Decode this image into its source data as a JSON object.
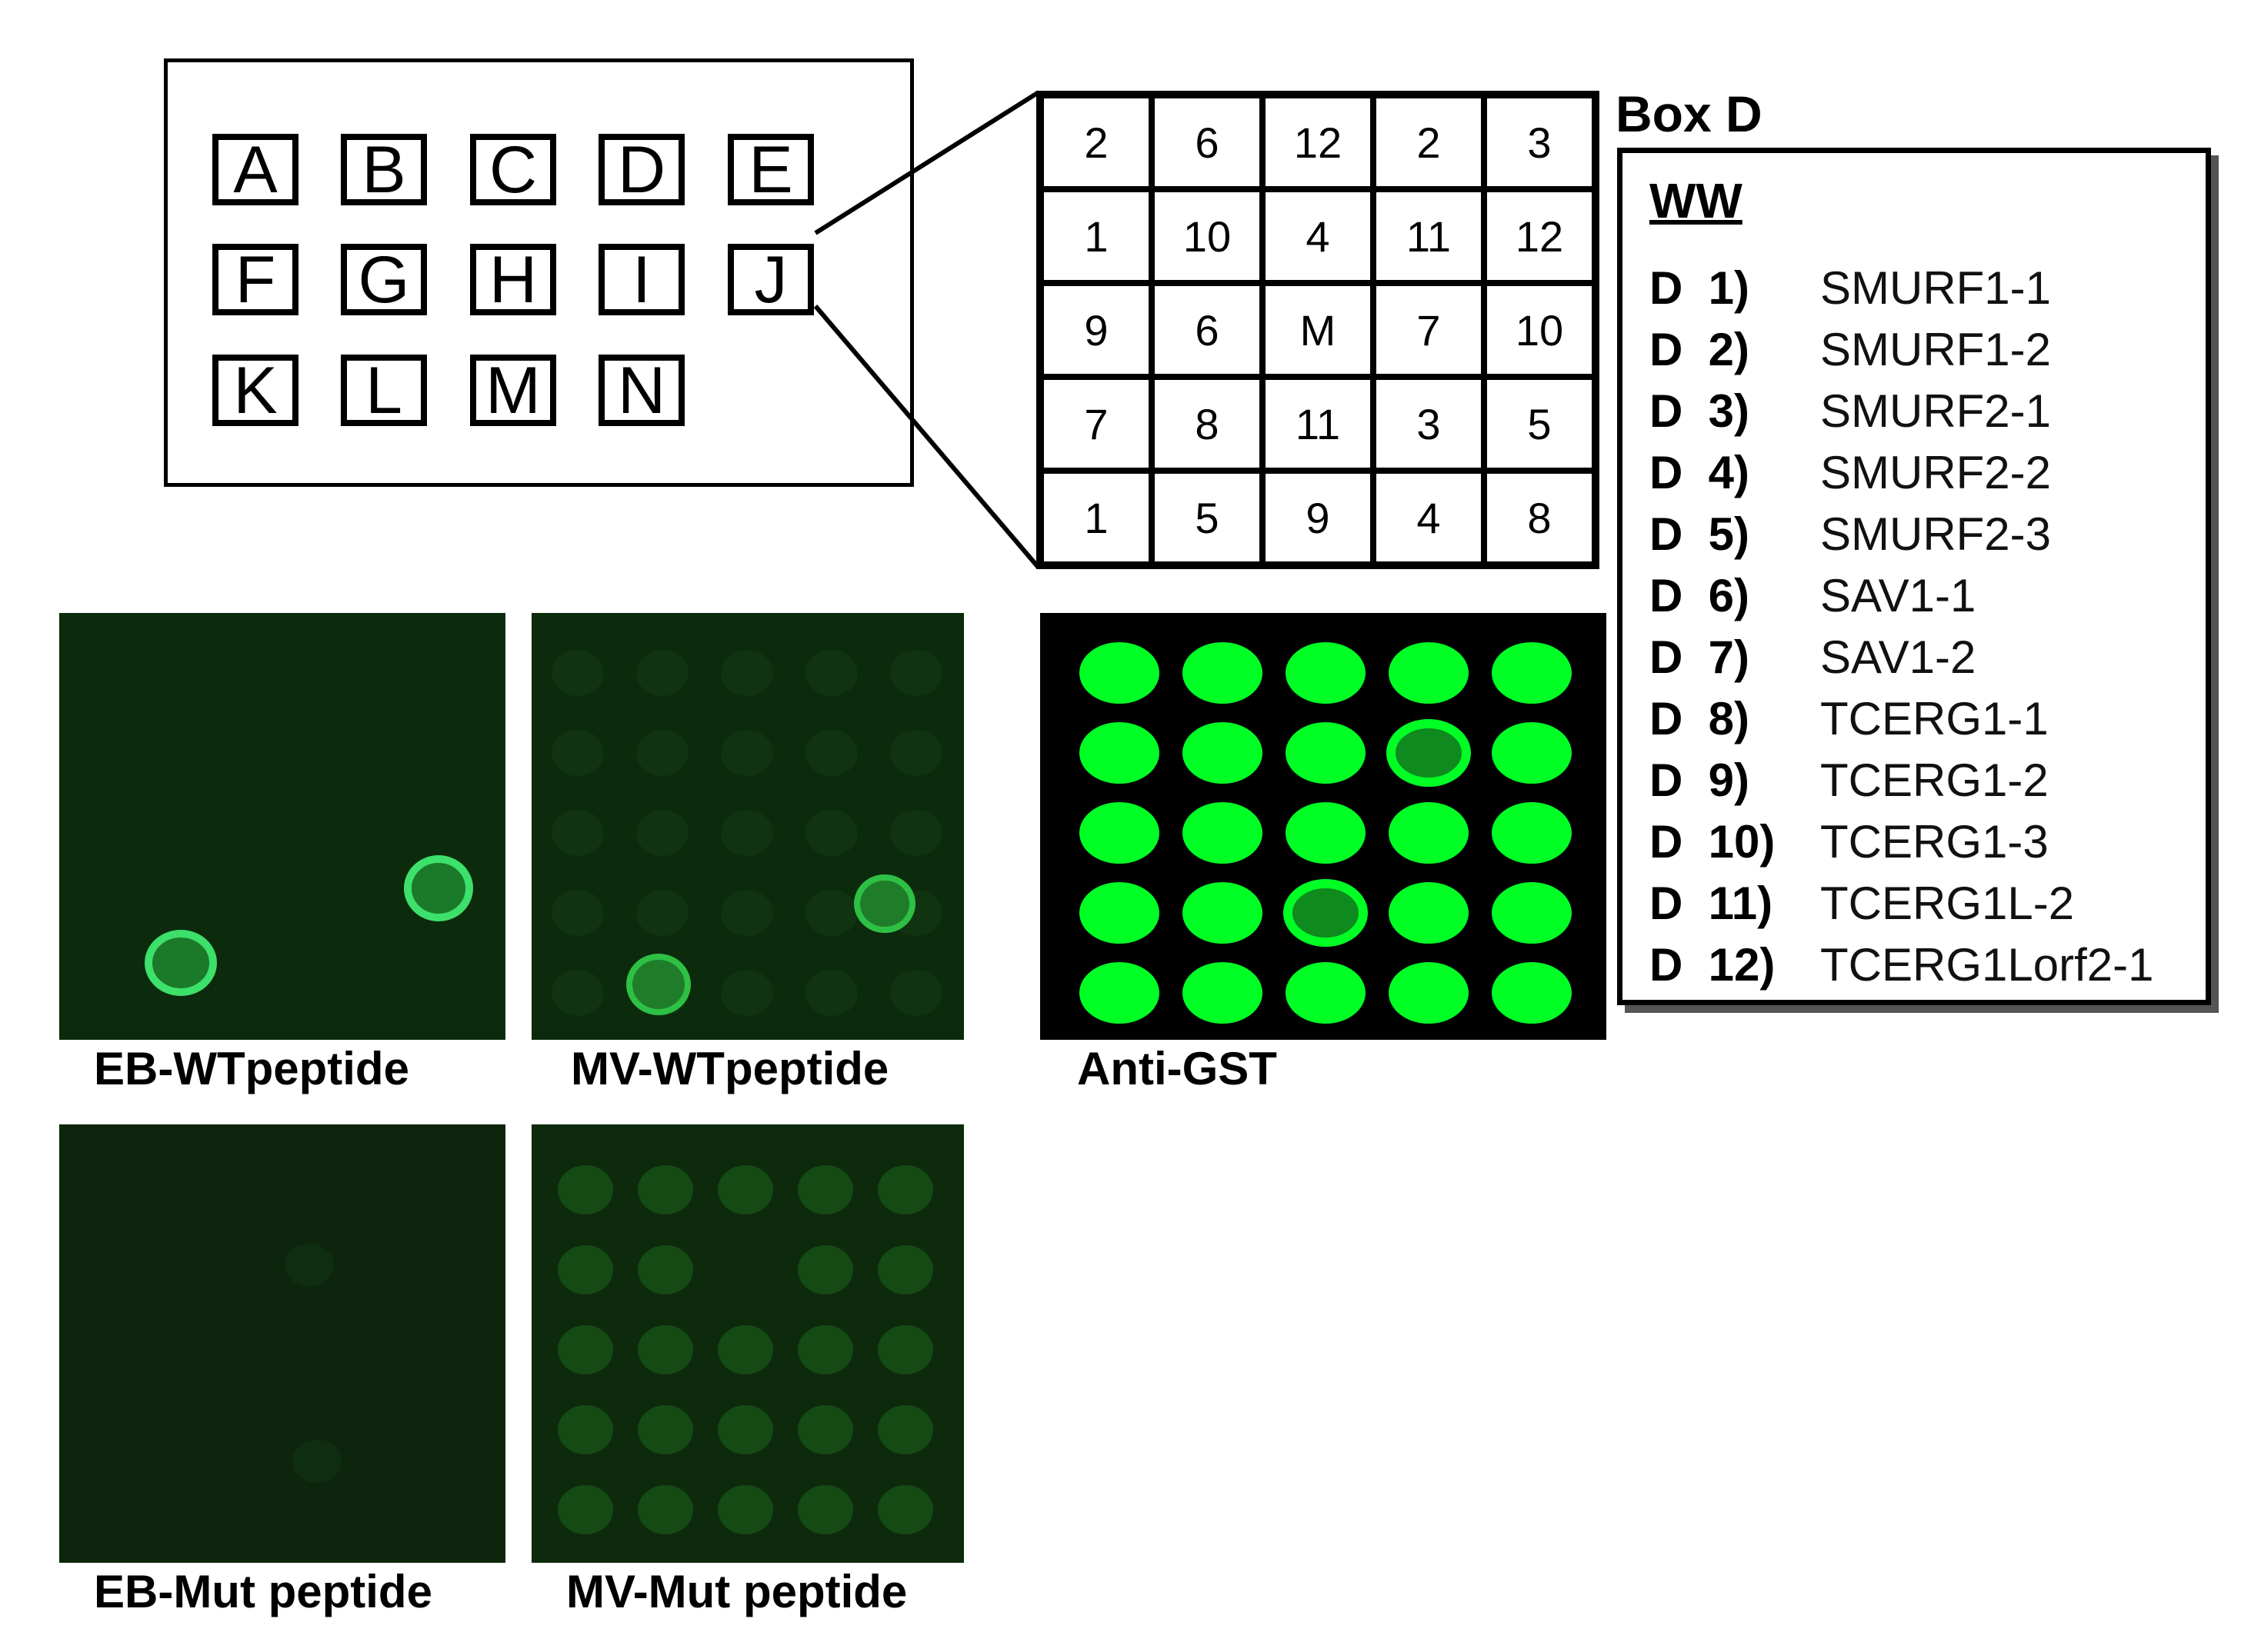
{
  "overview": {
    "letters": [
      "A",
      "B",
      "C",
      "D",
      "E",
      "F",
      "G",
      "H",
      "I",
      "J",
      "K",
      "L",
      "M",
      "N"
    ],
    "highlighted": "J"
  },
  "number_grid": {
    "rows": [
      [
        "2",
        "6",
        "12",
        "2",
        "3"
      ],
      [
        "1",
        "10",
        "4",
        "11",
        "12"
      ],
      [
        "9",
        "6",
        "M",
        "7",
        "10"
      ],
      [
        "7",
        "8",
        "11",
        "3",
        "5"
      ],
      [
        "1",
        "5",
        "9",
        "4",
        "8"
      ]
    ]
  },
  "box_d": {
    "title": "Box D",
    "heading": "WW",
    "entries": [
      {
        "code": "D  1)",
        "name": "SMURF1-1"
      },
      {
        "code": "D  2)",
        "name": "SMURF1-2"
      },
      {
        "code": "D  3)",
        "name": "SMURF2-1"
      },
      {
        "code": "D  4)",
        "name": "SMURF2-2"
      },
      {
        "code": "D  5)",
        "name": "SMURF2-3"
      },
      {
        "code": "D  6)",
        "name": "SAV1-1"
      },
      {
        "code": "D  7)",
        "name": "SAV1-2"
      },
      {
        "code": "D  8)",
        "name": "TCERG1-1"
      },
      {
        "code": "D  9)",
        "name": "TCERG1-2"
      },
      {
        "code": "D  10)",
        "name": "TCERG1-3"
      },
      {
        "code": "D  11)",
        "name": "TCERG1L-2"
      },
      {
        "code": "D  12)",
        "name": "TCERG1Lorf2-1"
      }
    ]
  },
  "blots": [
    {
      "label": "EB-WTpeptide",
      "background": "#0c2a0c"
    },
    {
      "label": "MV-WTpeptide",
      "background": "#0c2a0c"
    },
    {
      "label": "Anti-GST",
      "background": "#000000"
    },
    {
      "label": "EB-Mut peptide",
      "background": "#0c250c"
    },
    {
      "label": "MV-Mut peptide",
      "background": "#0d2a0d"
    }
  ],
  "colors": {
    "spot_bright": "#00ff24",
    "spot_ring": "#3ce06a",
    "spot_faint": "#154a15"
  }
}
